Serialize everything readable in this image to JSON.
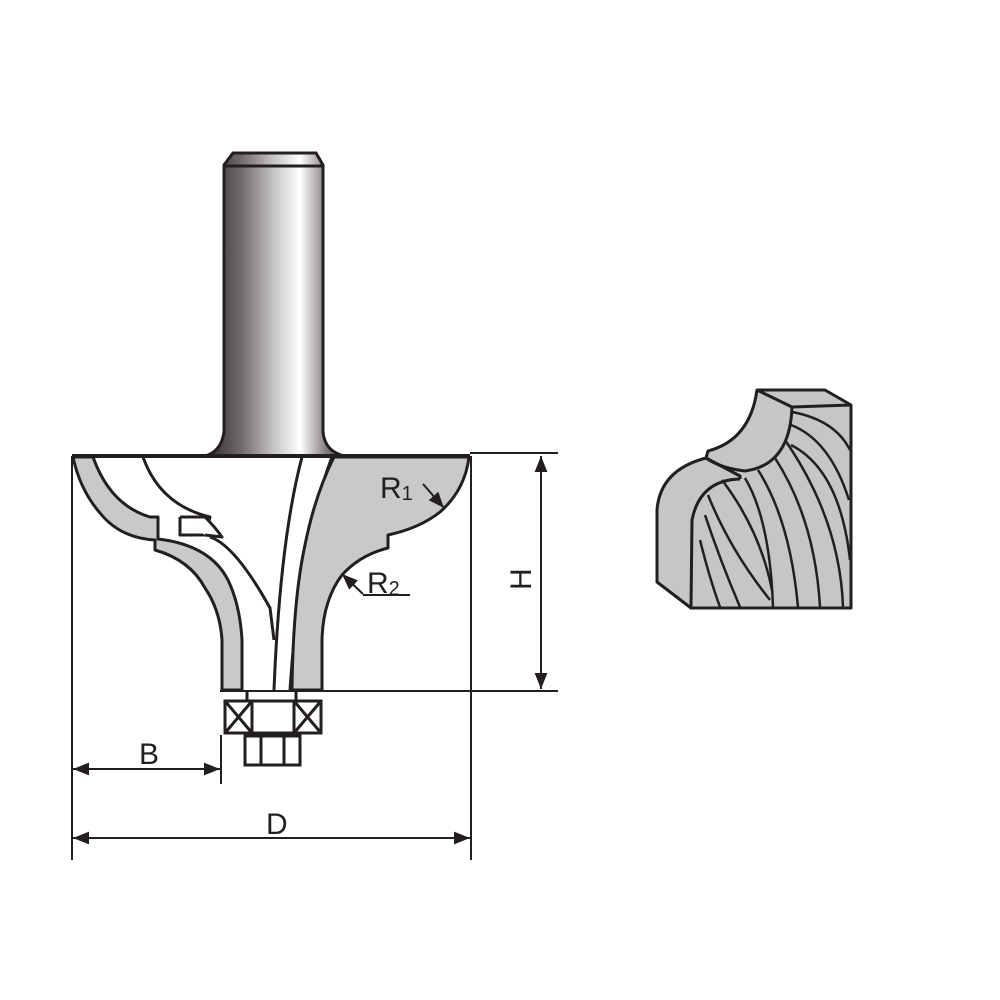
{
  "diagram": {
    "type": "technical-drawing",
    "subject": "router bit with bearing and profile cross-section",
    "colors": {
      "line": "#231f20",
      "body_fill": "#c8c9cb",
      "profile_fill": "#c5c6c8",
      "shank_dark": "#3a3434",
      "shank_light": "#ffffff"
    },
    "dimensions": {
      "R1": {
        "main": "R",
        "sub": "1"
      },
      "R2": {
        "main": "R",
        "sub": "2"
      },
      "H": "H",
      "B": "B",
      "D": "D"
    }
  }
}
